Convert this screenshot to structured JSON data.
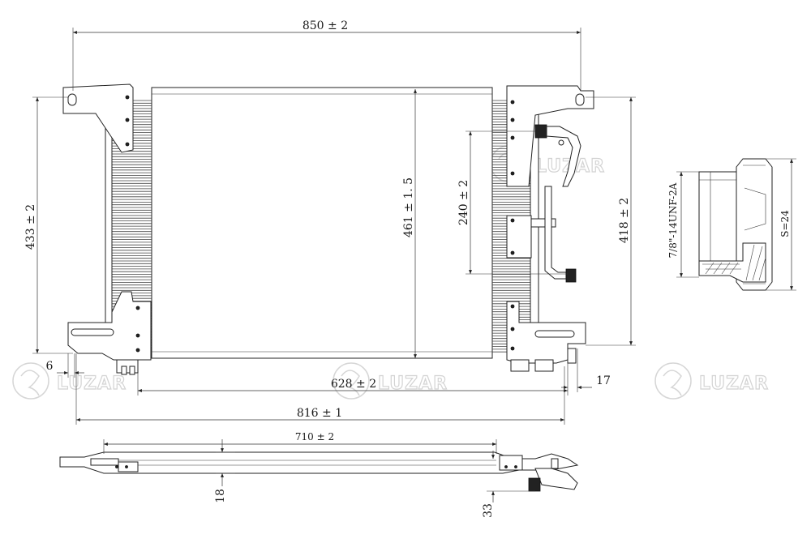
{
  "watermark": {
    "brand": "LUZAR"
  },
  "dimensions": {
    "overall_width": "850 ± 2",
    "overall_height": "433 ± 2",
    "core_height": "461 ± 1. 5",
    "port_spacing": "240 ± 2",
    "right_height": "418 ± 2",
    "core_width": "628 ± 2",
    "mount_width": "816 ± 1",
    "left_offset": "6",
    "right_offset": "17",
    "side_length": "710 ± 2",
    "thickness": "18",
    "pipe_depth": "33"
  },
  "fitting": {
    "thread": "7/8\"-14UNF-2A",
    "hex": "S=24"
  }
}
